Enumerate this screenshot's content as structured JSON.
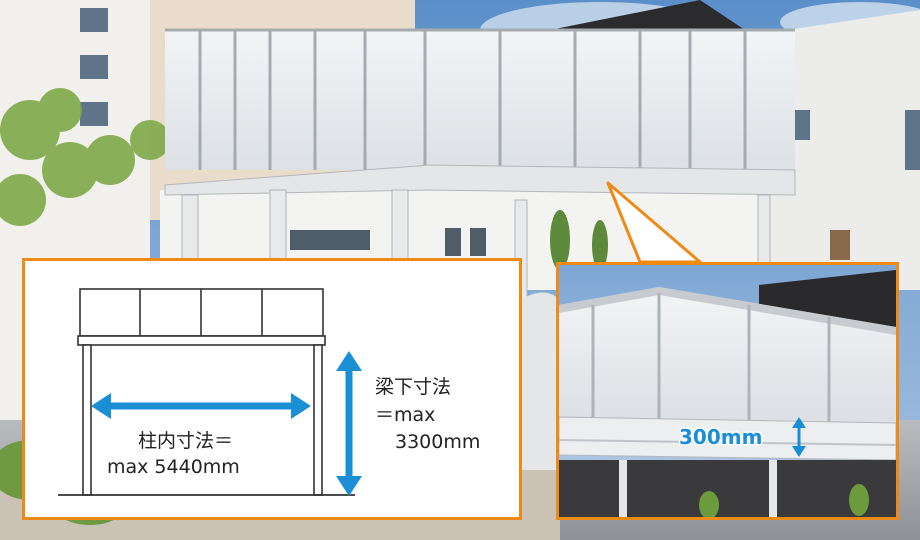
{
  "inner_width_label_line1": "柱内寸法＝",
  "inner_width_label_line2": "max 5440mm",
  "beam_height_label_line1": "梁下寸法",
  "beam_height_label_line2": "＝max",
  "beam_height_label_line3": "3300mm",
  "depth_label": "300mm",
  "colors": {
    "accent_border": "#ef8a16",
    "arrow_blue": "#1a8fd6"
  }
}
